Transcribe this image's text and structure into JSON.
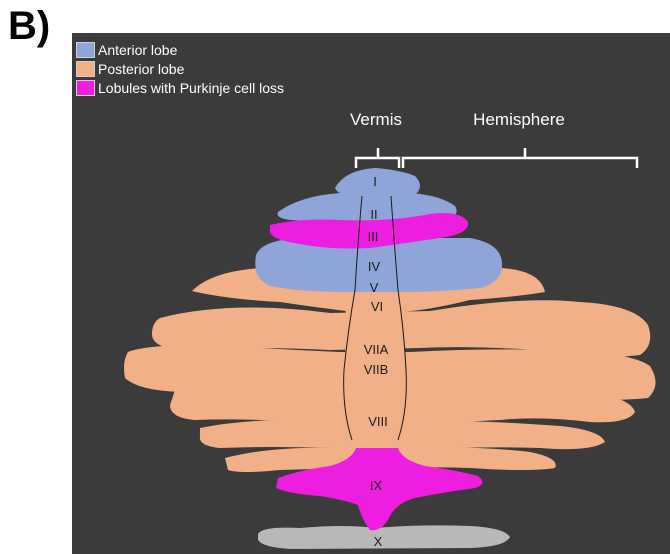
{
  "panel_label": "B)",
  "colors": {
    "background": "#3b3b3b",
    "anterior": "#8fa4d8",
    "posterior": "#f2b088",
    "purkinje_loss": "#ee1ee0",
    "lobule_x": "#b8b8b8"
  },
  "legend": [
    {
      "label": "Anterior lobe",
      "color": "#8fa4d8"
    },
    {
      "label": "Posterior lobe",
      "color": "#f2b088"
    },
    {
      "label": "Lobules with Purkinje cell loss",
      "color": "#ee1ee0"
    }
  ],
  "regions": {
    "vermis": "Vermis",
    "hemisphere": "Hemisphere"
  },
  "lobules": {
    "I": "I",
    "II": "II",
    "III": "III",
    "IV": "IV",
    "V": "V",
    "VI": "VI",
    "VIIA": "VIIA",
    "VIIB": "VIIB",
    "VIII": "VIII",
    "IX": "IX",
    "X": "X"
  }
}
